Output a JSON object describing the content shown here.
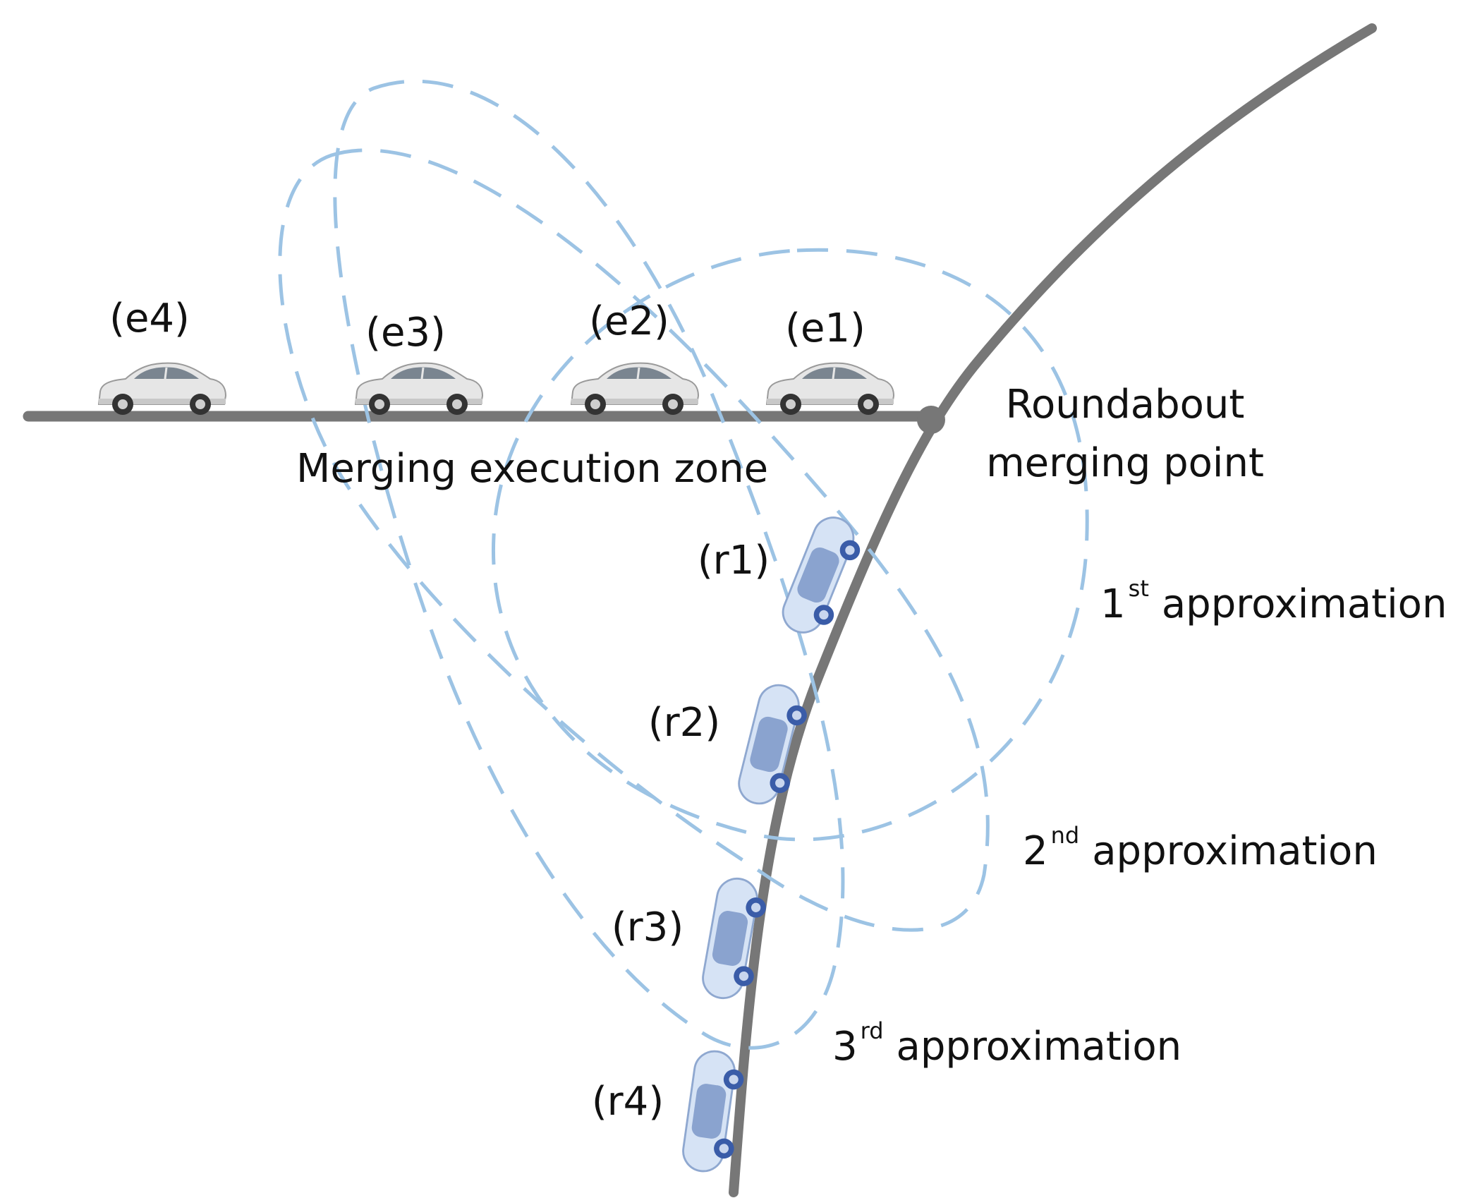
{
  "labels": {
    "roundabout_line1": "Roundabout",
    "roundabout_line2": "merging point",
    "zone": "Merging execution zone",
    "e1": "(e1)",
    "e2": "(e2)",
    "e3": "(e3)",
    "e4": "(e4)",
    "r1": "(r1)",
    "r2": "(r2)",
    "r3": "(r3)",
    "r4": "(r4)"
  },
  "approximations": [
    {
      "num": "1",
      "sup": "st",
      "text": "approximation"
    },
    {
      "num": "2",
      "sup": "nd",
      "text": "approximation"
    },
    {
      "num": "3",
      "sup": "rd",
      "text": "approximation"
    }
  ],
  "colors": {
    "road": "#777777",
    "zone_outline": "#9cc3e4",
    "entry_car": "#e4e4e4",
    "roundabout_car": "#d4e2f5"
  },
  "icons": {
    "entry_car": "car-side-icon",
    "roundabout_car": "car-top-icon"
  }
}
